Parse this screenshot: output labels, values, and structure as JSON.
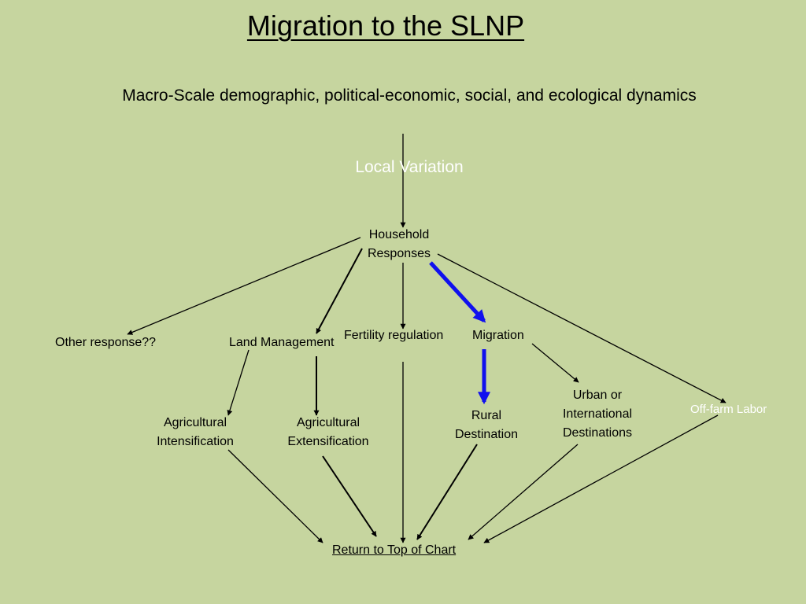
{
  "title": "Migration to the SLNP",
  "subtitle": "Macro-Scale demographic, political-economic, social, and ecological dynamics",
  "nodes": {
    "local_variation": "Local Variation",
    "household_line1": "Household",
    "household_line2": "Responses",
    "other_response": "Other response??",
    "land_management": "Land Management",
    "fertility_regulation": "Fertility regulation",
    "migration": "Migration",
    "off_farm_labor": "Off-farm Labor",
    "ag_int_line1": "Agricultural",
    "ag_int_line2": "Intensification",
    "ag_ext_line1": "Agricultural",
    "ag_ext_line2": "Extensification",
    "rural_line1": "Rural",
    "rural_line2": "Destination",
    "urban_line1": "Urban or",
    "urban_line2": "International",
    "urban_line3": "Destinations",
    "return_link": "Return to Top of Chart"
  },
  "colors": {
    "background": "#c6d59f",
    "arrow": "#000000",
    "highlight_arrow": "#1010ee",
    "accent_text": "#ffffff"
  }
}
